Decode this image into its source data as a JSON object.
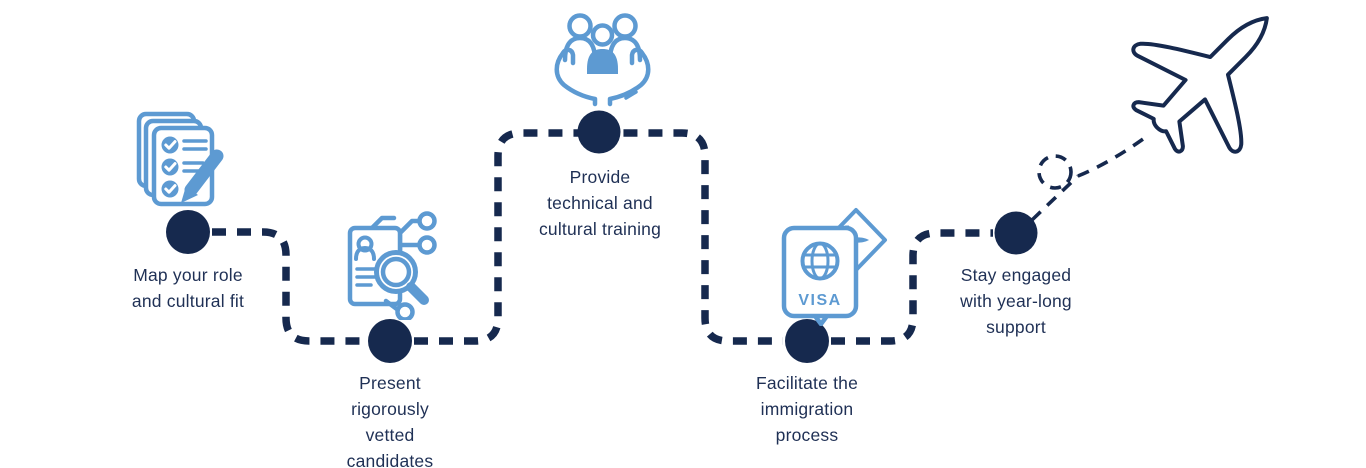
{
  "colors": {
    "background": "#ffffff",
    "accent_blue": "#5D9AD2",
    "navy": "#16294E",
    "text_navy": "#1F3055"
  },
  "diagram": {
    "type": "process-flow-journey",
    "steps": [
      {
        "icon": "checklist-pencil-icon",
        "label_lines": [
          "Map your role",
          "and cultural fit"
        ]
      },
      {
        "icon": "candidate-search-icon",
        "label_lines": [
          "Present",
          "rigorously",
          "vetted",
          "candidates"
        ]
      },
      {
        "icon": "group-support-icon",
        "label_lines": [
          "Provide",
          "technical and",
          "cultural training"
        ]
      },
      {
        "icon": "passport-visa-icon",
        "passport_label": "VISA",
        "label_lines": [
          "Facilitate the",
          "immigration",
          "process"
        ]
      },
      {
        "icon": "airplane-outline-icon",
        "label_lines": [
          "Stay engaged",
          "with year-long",
          "support"
        ]
      }
    ]
  }
}
